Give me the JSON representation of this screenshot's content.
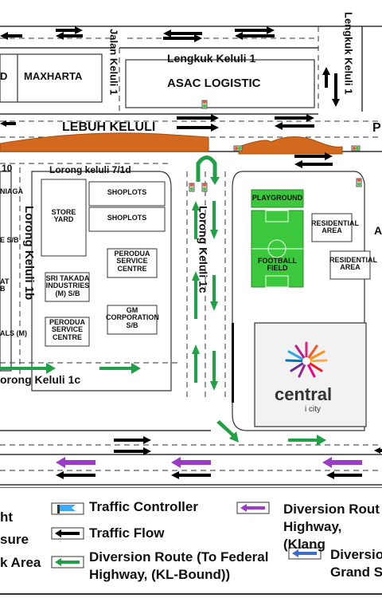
{
  "roads": {
    "jalan_keluli_1": "Jalan Keluli 1",
    "lengkuk_keluli_1_top": "Lengkuk Keluli 1",
    "lengkuk_keluli_1_right": "Lengkuk Keluli 1",
    "lebuh_keluli": "LEBUH KELULI",
    "lorong_keluli_7_1d": "Lorong keluli 7/1d",
    "lorong_keluli_1b": "Lorong Keluli 1b",
    "lorong_keluli_1c_vertical": "Lorong Keluli 1c",
    "lorong_keluli_1c_horizontal": "orong Keluli 1c",
    "fragment_10": "10",
    "fragment_p": "P"
  },
  "buildings": {
    "d_fragment": "D",
    "maxharta": "MAXHARTA",
    "asac": "ASAC LOGISTIC",
    "niaga": "NIAGA",
    "e_sb": "E S/B",
    "at_b": "AT\nB",
    "als_m": "ALS (M)",
    "store_yard": "STORE\nYARD",
    "shoplots_1": "SHOPLOTS",
    "shoplots_2": "SHOPLOTS",
    "perodua_1": "PERODUA\nSERVICE\nCENTRE",
    "sri_takada": "SRI TAKADA\nINDUSTRIES\n(M) S/B",
    "perodua_2": "PERODUA\nSERVICE\nCENTRE",
    "gm_corp": "GM\nCORPORATION\nS/B",
    "playground": "PLAYGROUND",
    "football": "FOOTBALL\nFIELD",
    "res_1": "RESIDENTIAL\nAREA",
    "res_2": "RESIDENTIAL\nAREA",
    "central": "central",
    "central_sub": "i city",
    "right_fragment": "A"
  },
  "legend": {
    "left_1": "ht",
    "left_2": "sure",
    "left_3": "k Area",
    "traffic_controller": "Traffic Controller",
    "traffic_flow": "Traffic Flow",
    "diversion_federal": "Diversion Route (To Federal\nHighway, (KL-Bound))",
    "diversion_klang": "Diversion Rout\nHighway,(Klang",
    "diversion_grand": "Diversio\nGrand S"
  },
  "colors": {
    "traffic_flow_arrow": "#000000",
    "diversion_green": "#22a046",
    "diversion_purple": "#9b3cc8",
    "diversion_blue": "#3c6ec8",
    "road_barrier_orange": "#d2691e",
    "field_green": "#3cc83c",
    "traffic_controller_blue": "#3fa9f5"
  },
  "icons": {
    "traffic_controller": "traffic-controller-flag-icon",
    "traffic_flow": "black-arrow-left-icon",
    "diversion_green": "green-arrow-left-icon",
    "diversion_purple": "purple-arrow-left-icon",
    "diversion_blue": "blue-arrow-left-icon",
    "central_logo": "central-i-city-starburst-icon"
  }
}
